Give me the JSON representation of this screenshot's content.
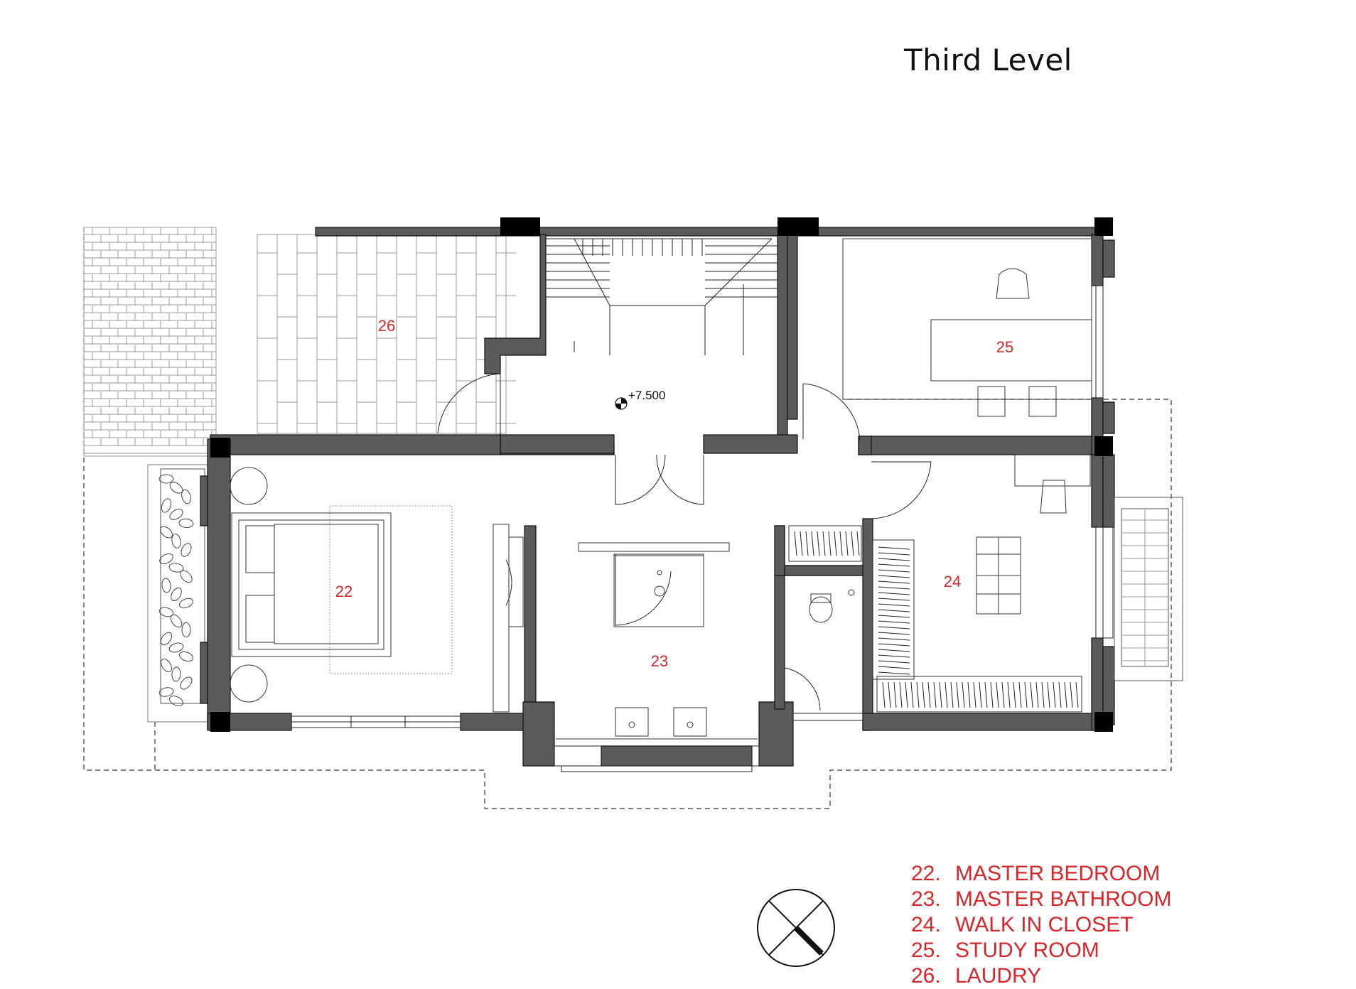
{
  "title": "Third Level",
  "elevation_label": "+7.500",
  "rooms": [
    {
      "id": "22",
      "label": "22"
    },
    {
      "id": "23",
      "label": "23"
    },
    {
      "id": "24",
      "label": "24"
    },
    {
      "id": "25",
      "label": "25"
    },
    {
      "id": "26",
      "label": "26"
    }
  ],
  "legend": [
    {
      "num": "22.",
      "name": "MASTER BEDROOM"
    },
    {
      "num": "23.",
      "name": "MASTER BATHROOM"
    },
    {
      "num": "24.",
      "name": "WALK IN CLOSET"
    },
    {
      "num": "25.",
      "name": "STUDY ROOM"
    },
    {
      "num": "26.",
      "name": "LAUDRY"
    }
  ],
  "colors": {
    "wall": "#5b5b5b",
    "column": "#000000",
    "label": "#d7262a",
    "line": "#222222"
  },
  "icons": [
    "north-arrow-icon",
    "level-marker-icon"
  ]
}
